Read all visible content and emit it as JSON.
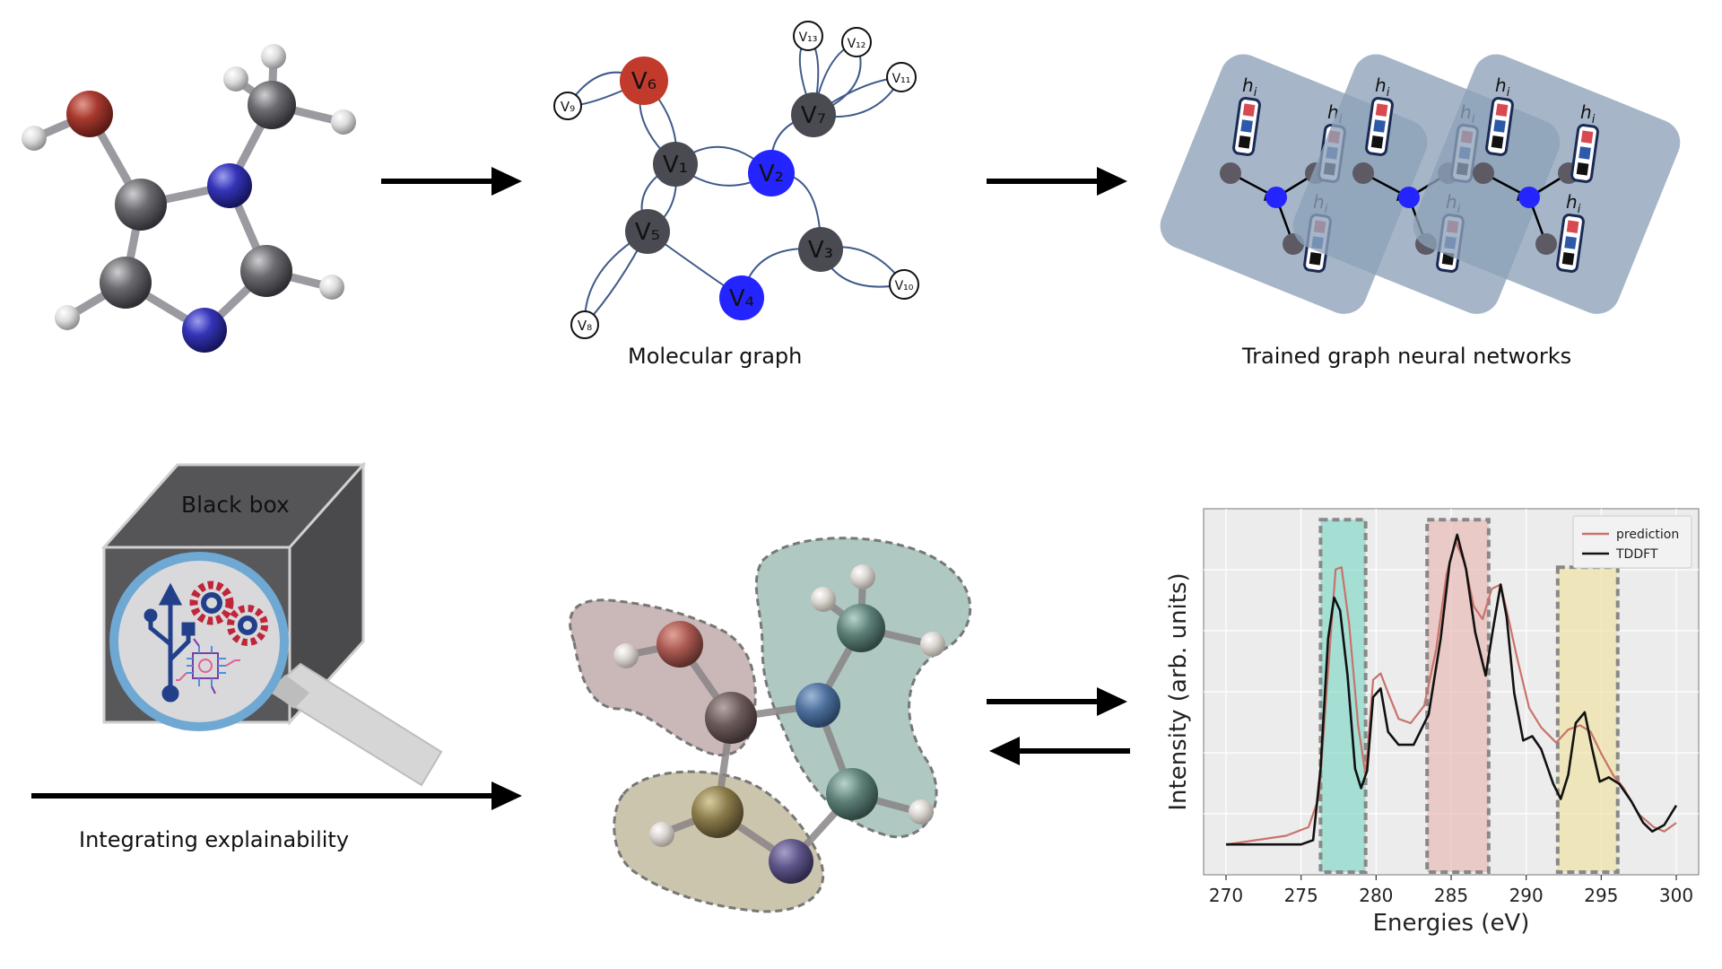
{
  "captions": {
    "molecular_graph": "Molecular graph",
    "trained_gnn": "Trained graph neural networks",
    "black_box": "Black box",
    "integrating": "Integrating explainability"
  },
  "graph": {
    "node_labels": [
      "V₁",
      "V₂",
      "V₃",
      "V₄",
      "V₅",
      "V₆",
      "V₇",
      "V₈",
      "V₉",
      "V₁₀",
      "V₁₁",
      "V₁₂",
      "V₁₃"
    ]
  },
  "gnn": {
    "hidden_label": "h",
    "hidden_sub": "i"
  },
  "colors": {
    "carbon": "#5f5f64",
    "nitrogen": "#2b2bd6",
    "oxygen": "#b0392c",
    "hydrogen": "#e8e8e8",
    "blue_node": "#2424ff",
    "gnn_panel": "#8da2b8",
    "region_brown": "#a07e7e",
    "region_teal": "#6f9a90",
    "region_olive": "#a9a07a",
    "prediction": "#c8736a",
    "tddft": "#111111",
    "band_teal": "#7fd9c8",
    "band_pink": "#e8b8b4",
    "band_yellow": "#efe2a0"
  },
  "chart_data": {
    "type": "line",
    "xlabel": "Energies (eV)",
    "ylabel": "Intensity (arb. units)",
    "xlim": [
      270,
      300
    ],
    "xticks": [
      "270",
      "275",
      "280",
      "285",
      "290",
      "295",
      "300"
    ],
    "legend_position": "top-right",
    "grid": true,
    "highlight_ranges": [
      [
        276.3,
        279.3
      ],
      [
        283.4,
        287.5
      ],
      [
        292.1,
        296.1
      ]
    ],
    "series": [
      {
        "name": "prediction",
        "color": "#c8736a",
        "x": [
          270,
          274,
          275.5,
          276.2,
          276.8,
          277.3,
          277.7,
          278.2,
          278.8,
          279.3,
          279.8,
          280.3,
          280.8,
          281.5,
          282.3,
          283.2,
          284.0,
          284.7,
          285.3,
          285.9,
          286.5,
          287.1,
          287.7,
          288.3,
          288.8,
          289.4,
          290.2,
          291.0,
          292.0,
          292.8,
          293.6,
          294.3,
          295.0,
          295.8,
          296.5,
          297.5,
          298.5,
          299.2,
          300
        ],
        "y": [
          0.0,
          0.04,
          0.08,
          0.22,
          0.8,
          1.27,
          1.28,
          1.02,
          0.55,
          0.32,
          0.76,
          0.79,
          0.7,
          0.58,
          0.56,
          0.64,
          0.9,
          1.25,
          1.4,
          1.3,
          1.1,
          1.04,
          1.18,
          1.2,
          1.05,
          0.86,
          0.63,
          0.54,
          0.47,
          0.53,
          0.55,
          0.52,
          0.42,
          0.32,
          0.26,
          0.14,
          0.08,
          0.06,
          0.1
        ]
      },
      {
        "name": "TDDFT",
        "color": "#111111",
        "x": [
          270,
          275,
          275.8,
          276.3,
          276.8,
          277.2,
          277.6,
          278.1,
          278.6,
          279.0,
          279.4,
          279.8,
          280.3,
          280.8,
          281.5,
          282.5,
          283.5,
          284.3,
          284.9,
          285.4,
          286.0,
          286.6,
          287.3,
          287.8,
          288.3,
          288.7,
          289.2,
          289.8,
          290.4,
          291.0,
          291.8,
          292.3,
          292.8,
          293.3,
          293.9,
          294.4,
          294.9,
          295.5,
          296.2,
          297.0,
          297.8,
          298.4,
          299.2,
          300
        ],
        "y": [
          0.0,
          0.0,
          0.02,
          0.35,
          0.95,
          1.14,
          1.08,
          0.78,
          0.35,
          0.26,
          0.34,
          0.68,
          0.72,
          0.52,
          0.46,
          0.46,
          0.6,
          0.95,
          1.3,
          1.43,
          1.27,
          0.98,
          0.78,
          1.0,
          1.2,
          1.05,
          0.7,
          0.48,
          0.5,
          0.44,
          0.28,
          0.21,
          0.32,
          0.56,
          0.61,
          0.44,
          0.29,
          0.31,
          0.28,
          0.2,
          0.1,
          0.06,
          0.09,
          0.18
        ]
      }
    ]
  }
}
